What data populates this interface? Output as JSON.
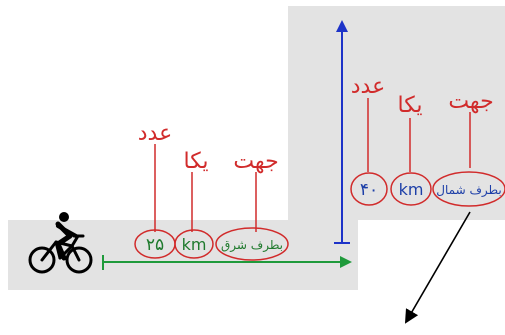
{
  "east": {
    "headings": {
      "count": "عدد",
      "unit": "یکا",
      "direction": "جهت"
    },
    "value": "۲۵",
    "unit": "km",
    "direction": "بطرف شرق"
  },
  "north": {
    "headings": {
      "count": "عدد",
      "unit": "یکا",
      "direction": "جهت"
    },
    "value": "۴۰",
    "unit": "km",
    "direction": "بطرف شمال"
  },
  "icons": {
    "cyclist": "cyclist-icon"
  },
  "colors": {
    "background": "#ffffff",
    "road": "#e3e3e3",
    "heading_text": "#d12b2b",
    "oval_border": "#d12b2b",
    "east_text": "#1f7a2d",
    "east_arrow": "#1f9a3b",
    "north_text": "#1d3fa8",
    "north_arrow": "#1d33c8",
    "pointer_arrow": "#000000"
  }
}
